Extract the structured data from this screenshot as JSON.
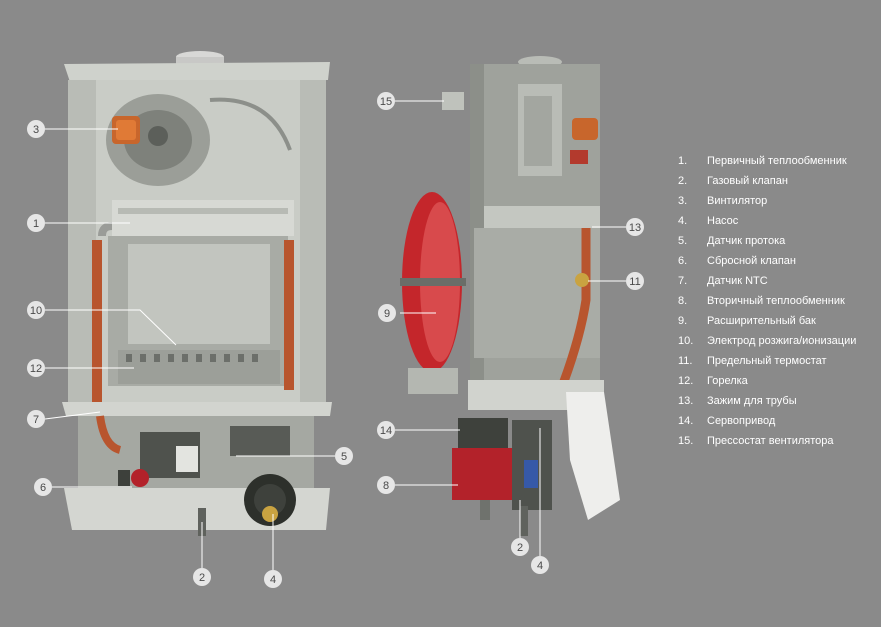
{
  "legend": [
    {
      "number": "1.",
      "label": "Первичный теплообменник"
    },
    {
      "number": "2.",
      "label": "Газовый клапан"
    },
    {
      "number": "3.",
      "label": "Винтилятор"
    },
    {
      "number": "4.",
      "label": "Насос"
    },
    {
      "number": "5.",
      "label": "Датчик протока"
    },
    {
      "number": "6.",
      "label": "Сбросной клапан"
    },
    {
      "number": "7.",
      "label": "Датчик NTC"
    },
    {
      "number": "8.",
      "label": "Вторичный теплообменник"
    },
    {
      "number": "9.",
      "label": "Расширительный бак"
    },
    {
      "number": "10.",
      "label": "Электрод розжига/ионизации"
    },
    {
      "number": "11.",
      "label": "Предельный термостат"
    },
    {
      "number": "12.",
      "label": "Горелка"
    },
    {
      "number": "13.",
      "label": "Зажим для трубы"
    },
    {
      "number": "14.",
      "label": "Сервопривод"
    },
    {
      "number": "15.",
      "label": "Прессостат вентилятора"
    }
  ],
  "callouts": {
    "front_3": "3",
    "front_1": "1",
    "front_10": "10",
    "front_12": "12",
    "front_7": "7",
    "front_6": "6",
    "front_5": "5",
    "front_2": "2",
    "front_4": "4",
    "side_15": "15",
    "side_13": "13",
    "side_11": "11",
    "side_9": "9",
    "side_14": "14",
    "side_8": "8",
    "side_2": "2",
    "side_4": "4"
  },
  "colors": {
    "background": "#8a8a8a",
    "callout_circle": "#e6e6e6",
    "leader_line": "#ffffff",
    "casing": "#cfd2cc",
    "copper_pipe": "#b8552e",
    "expansion_tank": "#c4262b",
    "legend_text": "#ffffff"
  }
}
